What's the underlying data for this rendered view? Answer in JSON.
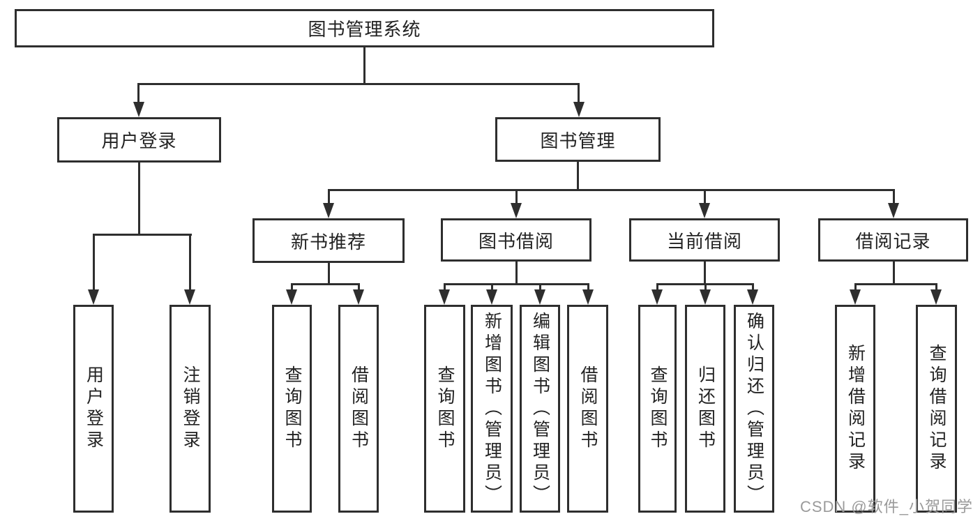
{
  "diagram": {
    "root": {
      "label": "图书管理系统"
    },
    "level2": [
      {
        "label": "用户登录"
      },
      {
        "label": "图书管理"
      }
    ],
    "level3": [
      {
        "label": "新书推荐"
      },
      {
        "label": "图书借阅"
      },
      {
        "label": "当前借阅"
      },
      {
        "label": "借阅记录"
      }
    ],
    "leaves": [
      {
        "label": "用户登录"
      },
      {
        "label": "注销登录"
      },
      {
        "label": "查询图书"
      },
      {
        "label": "借阅图书"
      },
      {
        "label": "查询图书"
      },
      {
        "label": "新增图书（管理员）"
      },
      {
        "label": "编辑图书（管理员）"
      },
      {
        "label": "借阅图书"
      },
      {
        "label": "查询图书"
      },
      {
        "label": "归还图书"
      },
      {
        "label": "确认归还（管理员）"
      },
      {
        "label": "新增借阅记录"
      },
      {
        "label": "查询借阅记录"
      }
    ],
    "colors": {
      "line": "#2e2e2e",
      "text": "#222222",
      "node_fill": "#ffffff",
      "watermark": "#9a9a9a"
    },
    "watermark": "CSDN @软件_小贺同学"
  }
}
